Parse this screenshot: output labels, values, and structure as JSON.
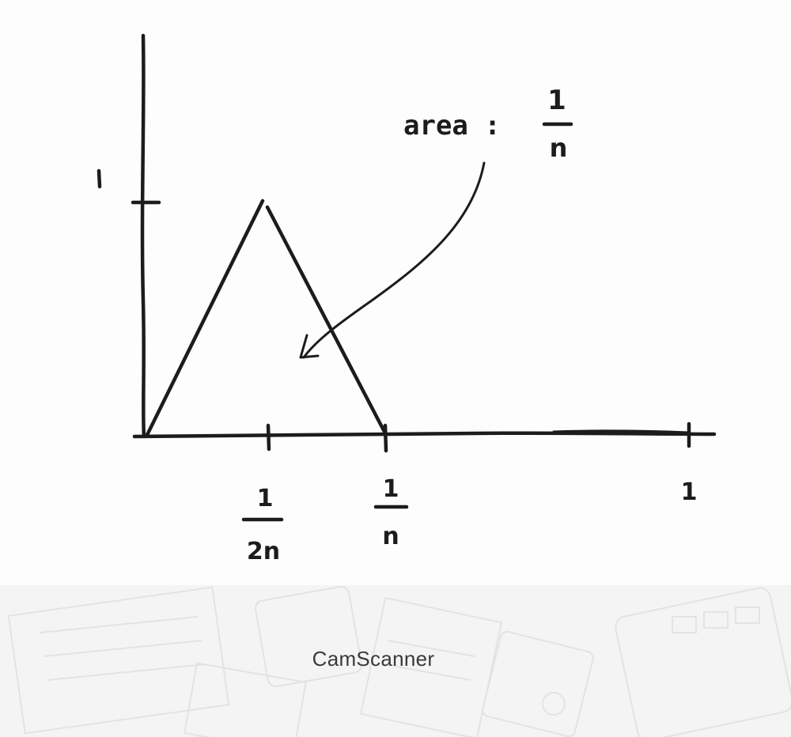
{
  "sketch": {
    "y_tick_label": "1",
    "annotation": {
      "prefix": "area :",
      "numerator": "1",
      "denominator": "n"
    },
    "x_ticks": [
      {
        "numerator": "1",
        "denominator": "2n"
      },
      {
        "numerator": "1",
        "denominator": "n"
      },
      {
        "label": "1"
      }
    ]
  },
  "footer": {
    "brand": "CamScanner"
  },
  "colors": {
    "ink": "#1c1c1c",
    "paper": "#fdfdfd",
    "footer_bg": "#f4f4f4",
    "brand_text": "#3a3a3a"
  }
}
